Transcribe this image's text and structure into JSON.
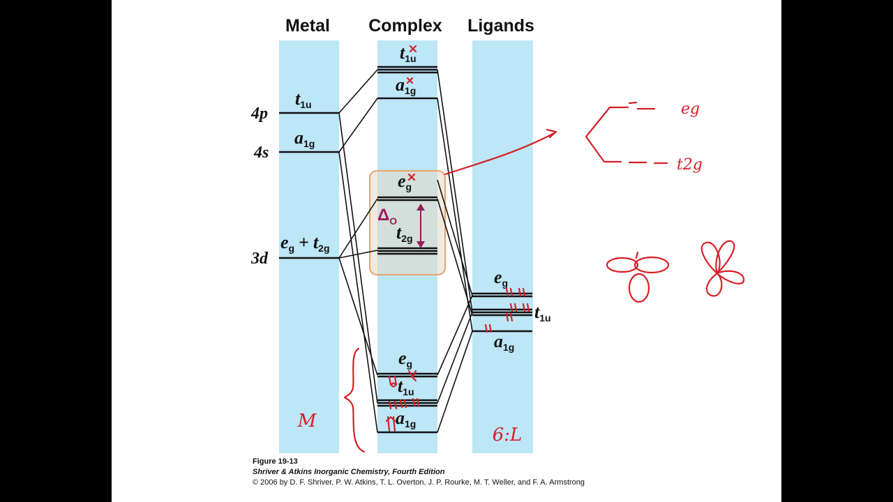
{
  "headers": {
    "metal": "Metal",
    "complex": "Complex",
    "ligands": "Ligands"
  },
  "metal": {
    "levels": [
      {
        "label": "4p",
        "sym": "t",
        "sub": "1u"
      },
      {
        "label": "4s",
        "sym": "a",
        "sub": "1g"
      },
      {
        "label": "3d",
        "sym": "e",
        "sub": "g",
        "plus": "+",
        "sym2": "t",
        "sub2": "2g"
      }
    ]
  },
  "complex": {
    "levels": [
      {
        "sym": "t",
        "sub": "1u"
      },
      {
        "sym": "a",
        "sub": "1g"
      },
      {
        "sym": "e",
        "sub": "g"
      },
      {
        "sym": "t",
        "sub": "2g"
      },
      {
        "sym": "e",
        "sub": "g"
      },
      {
        "sym": "t",
        "sub": "1u"
      },
      {
        "sym": "a",
        "sub": "1g"
      }
    ],
    "delta": {
      "sym": "Δ",
      "sub": "O"
    }
  },
  "ligands": {
    "levels": [
      {
        "sym": "e",
        "sub": "g"
      },
      {
        "sym": "t",
        "sub": "1u"
      },
      {
        "sym": "a",
        "sub": "1g"
      }
    ]
  },
  "annotations": {
    "metal_mark": "M",
    "ligand_mark": "6:L",
    "split_top": "eg",
    "split_bottom": "t2g"
  },
  "caption": {
    "figure": "Figure 19-13",
    "book": "Shriver & Atkins Inorganic Chemistry, Fourth Edition",
    "copyright": "© 2006 by D. F. Shriver, P. W. Atkins, T. L. Overton, J. P. Rourke, M. T. Weller, and F. A. Armstrong"
  },
  "colors": {
    "column": "#bde6f7",
    "highlight_box": "#f0c99a",
    "delta": "#9b1b5a",
    "ink": "#d61f26"
  }
}
